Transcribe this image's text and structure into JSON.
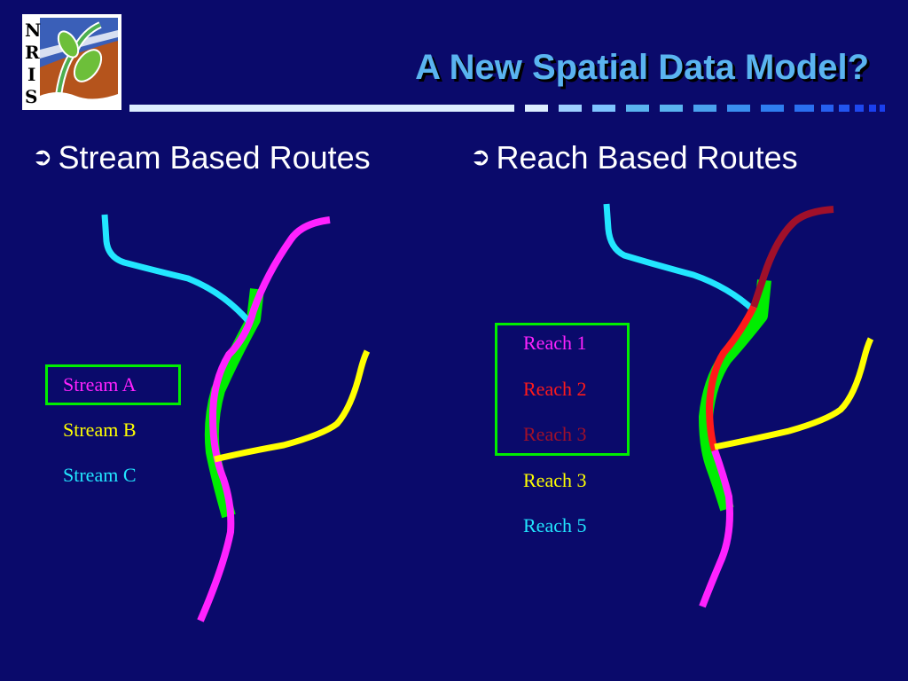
{
  "header": {
    "logo_letters": "NRIS",
    "title": "A New Spatial Data Model?"
  },
  "left_panel": {
    "heading": "Stream Based Routes",
    "legend": [
      {
        "label": "Stream A",
        "color": "#ff22ff",
        "boxed": true
      },
      {
        "label": "Stream B",
        "color": "#ffff00",
        "boxed": false
      },
      {
        "label": "Stream C",
        "color": "#22e6ff",
        "boxed": false
      }
    ]
  },
  "right_panel": {
    "heading": "Reach Based Routes",
    "legend": [
      {
        "label": "Reach 1",
        "color": "#ff22ff",
        "boxed": true
      },
      {
        "label": "Reach 2",
        "color": "#ff1a1a",
        "boxed": true
      },
      {
        "label": "Reach 3",
        "color": "#a0102a",
        "boxed": true
      },
      {
        "label": "Reach 3",
        "color": "#ffff00",
        "boxed": false
      },
      {
        "label": "Reach 5",
        "color": "#22e6ff",
        "boxed": false
      }
    ]
  },
  "colors": {
    "background": "#0a0a6b",
    "title": "#5ab4f0",
    "highlight": "#00ee00",
    "magenta": "#ff22ff",
    "yellow": "#ffff00",
    "cyan": "#22e6ff",
    "red": "#ff1a1a",
    "dark_red": "#a0102a"
  }
}
